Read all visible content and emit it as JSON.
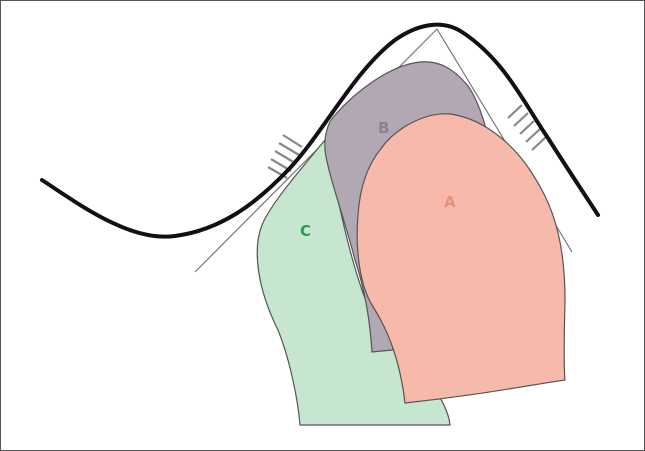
{
  "regions": {
    "a": {
      "label": "A",
      "fill": "#f6b9aa",
      "label_color": "#e88f7a"
    },
    "b": {
      "label": "B",
      "fill": "#b2a8b4",
      "label_color": "#8e7f94"
    },
    "c": {
      "label": "C",
      "fill": "#c6e6d0",
      "label_color": "#2e9a50"
    }
  },
  "colors": {
    "skin_line": "#111111",
    "guide_line": "#777777",
    "outline": "#555555",
    "hatch": "#888888"
  }
}
